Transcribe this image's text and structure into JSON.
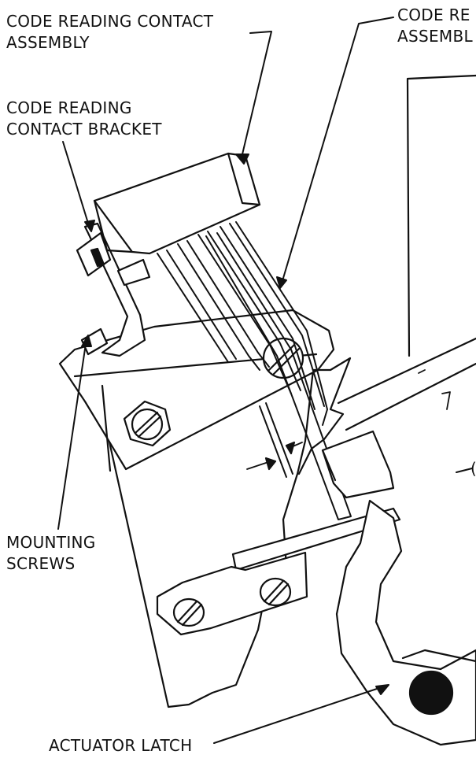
{
  "labels": {
    "contact_assembly": [
      "CODE READING CONTACT",
      "ASSEMBLY"
    ],
    "other_assembly": [
      "CODE RE",
      "ASSEMBL"
    ],
    "contact_bracket": [
      "CODE READING",
      "CONTACT BRACKET"
    ],
    "mounting_screws": [
      "MOUNTING",
      "SCREWS"
    ],
    "actuator_latch": [
      "ACTUATOR LATCH"
    ],
    "edge_fragment": "("
  },
  "colors": {
    "ink": "#111111",
    "paper": "#ffffff"
  }
}
